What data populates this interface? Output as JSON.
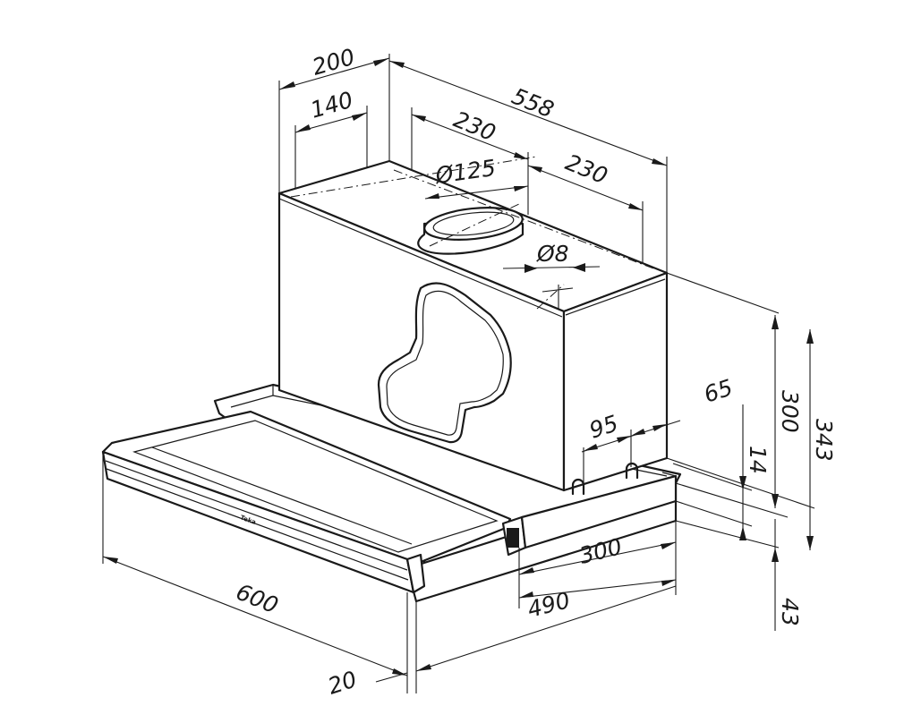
{
  "drawing": {
    "brand_mark": "Teka",
    "dimensions": {
      "depth_total": "200",
      "side_offset": "140",
      "width_motor": "558",
      "outlet_to_left": "230",
      "outlet_to_right": "230",
      "outlet_diameter": "Ø125",
      "hole_diameter": "Ø8",
      "bracket_spacing": "95",
      "bracket_offset": "65",
      "motor_height": "300",
      "bracket_height": "14",
      "overall_height": "343",
      "body_height": "43",
      "extractor_depth": "300",
      "body_depth": "490",
      "overall_width": "600",
      "front_thickness": "20"
    }
  }
}
